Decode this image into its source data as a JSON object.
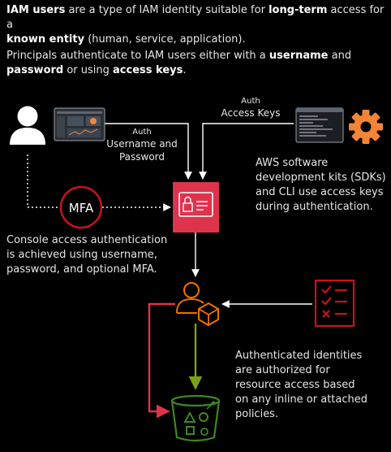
{
  "intro": {
    "p1": {
      "b1": "IAM users",
      "t1": " are a type of IAM identity suitable for ",
      "b2": "long-term",
      "t2": " access for a ",
      "b3": "known entity",
      "t3": " (human, service, application)."
    },
    "p2": {
      "t1": "Principals authenticate to IAM users either with a ",
      "b1": "username",
      "t2": " and ",
      "b2": "password",
      "t3": " or using ",
      "b3": "access keys",
      "t4": "."
    }
  },
  "labels": {
    "auth_user_small": "Auth",
    "auth_user_line1": "Username and",
    "auth_user_line2": "Password",
    "auth_keys_small": "Auth",
    "auth_keys_line1": "Access Keys",
    "mfa": "MFA"
  },
  "notes": {
    "sdk": [
      "AWS software",
      "development kits (SDKs)",
      "and CLI use access keys",
      "during authentication."
    ],
    "console": [
      "Console access authentication",
      "is achieved using username,",
      "password, and optional MFA."
    ],
    "authorized": [
      "Authenticated identities",
      "are authorized for",
      "resource access based",
      "on any inline or attached",
      "policies."
    ]
  },
  "icons": {
    "user": "user-silhouette-icon",
    "console": "console-screen-icon",
    "terminal": "terminal-window-icon",
    "gear": "gear-icon",
    "mfa": "mfa-icon",
    "iam_user": "iam-user-badge-icon",
    "identity": "authenticated-identity-icon",
    "policy": "policy-checklist-icon",
    "bucket": "s3-bucket-icon"
  },
  "colors": {
    "background": "#000000",
    "text": "#e6e6e6",
    "iam_red": "#dd344c",
    "mfa_red": "#c7131f",
    "orange": "#ed7100",
    "gear_orange": "#f58536",
    "green": "#7aa116",
    "bucket_green": "#3f8624",
    "deny_red": "#c7131f"
  }
}
